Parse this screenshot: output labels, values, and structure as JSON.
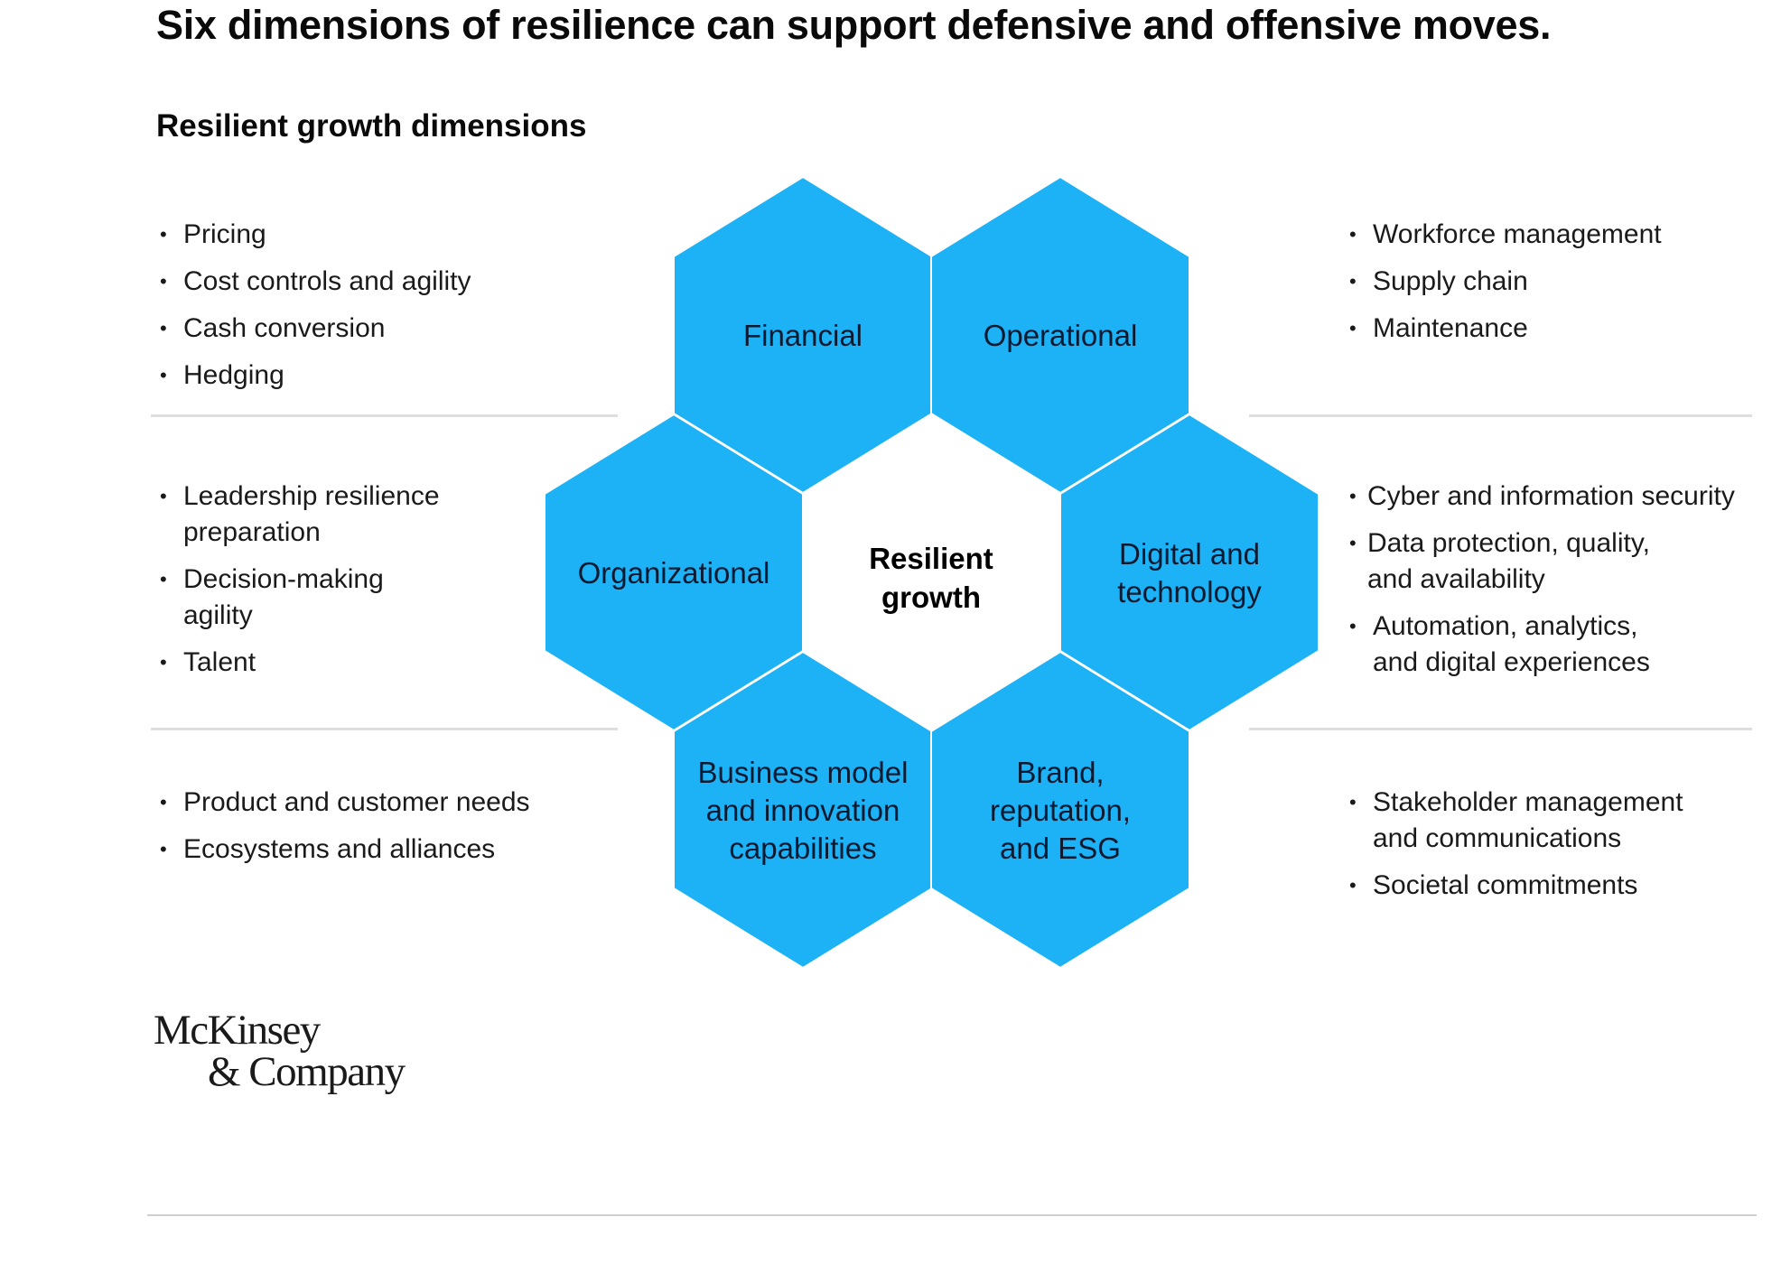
{
  "title": "Six dimensions of resilience can support defensive and offensive moves.",
  "subtitle": "Resilient growth dimensions",
  "center": [
    "Resilient",
    "growth"
  ],
  "hexagons": [
    {
      "id": "financial",
      "lines": [
        "Financial"
      ]
    },
    {
      "id": "operational",
      "lines": [
        "Operational"
      ]
    },
    {
      "id": "organizational",
      "lines": [
        "Organizational"
      ]
    },
    {
      "id": "digital",
      "lines": [
        "Digital and",
        "technology"
      ]
    },
    {
      "id": "business",
      "lines": [
        "Business model",
        "and innovation",
        "capabilities"
      ]
    },
    {
      "id": "brand",
      "lines": [
        "Brand,",
        "reputation,",
        "and ESG"
      ]
    }
  ],
  "lists": {
    "financial": [
      "Pricing",
      "Cost controls and agility",
      "Cash conversion",
      "Hedging"
    ],
    "operational": [
      "Workforce management",
      "Supply chain",
      "Maintenance"
    ],
    "organizational": [
      "Leadership resilience preparation",
      "Decision-making agility",
      "Talent"
    ],
    "digital": [
      "Cyber and information security",
      "Data protection, quality, and availability",
      "Automation, analytics, and digital experiences"
    ],
    "business": [
      "Product and customer needs",
      "Ecosystems and alliances"
    ],
    "brand": [
      "Stakeholder management and communications",
      "Societal commitments"
    ]
  },
  "logo": [
    "McKinsey",
    "& Company"
  ],
  "colors": {
    "hexagon_fill": "#1cb2f5",
    "hexagon_stroke": "#ffffff",
    "divider": "#dedede"
  }
}
